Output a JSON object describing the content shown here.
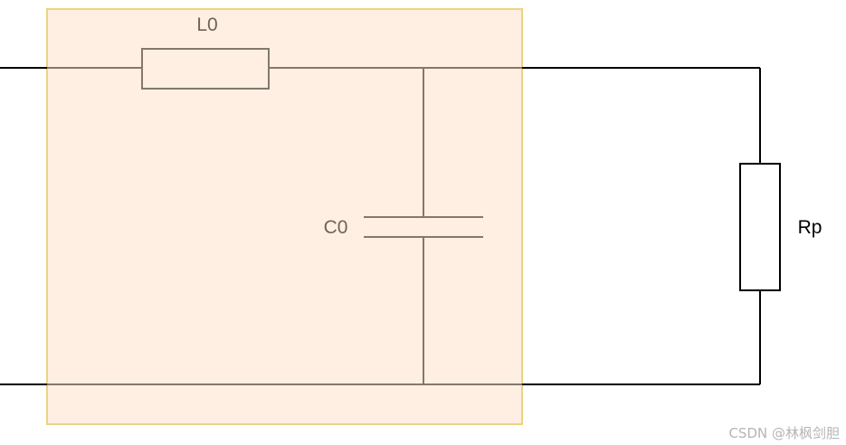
{
  "components": {
    "inductor_label": "L0",
    "capacitor_label": "C0",
    "resistor_label": "Rp"
  },
  "watermark": "CSDN @林枫剑胆",
  "colors": {
    "background": "#ffffff",
    "highlight_fill": "#ffefe3",
    "highlight_border": "#ecd47e",
    "component_stroke": "#85786a",
    "outer_wire": "#000000",
    "label_gray": "#6e6456",
    "label_black": "#000000",
    "watermark": "#b5b5b5"
  }
}
